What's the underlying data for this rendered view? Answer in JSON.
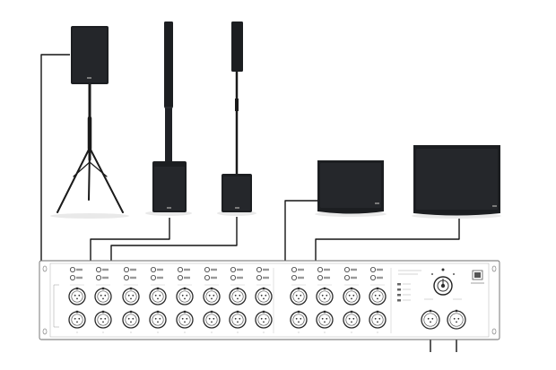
{
  "diagram": {
    "colors": {
      "background": "#ffffff",
      "speaker_body": "#1c1e21",
      "speaker_face": "#2a2c30",
      "cable": "#141414",
      "rack_fill": "#ffffff",
      "rack_stroke": "#6a6a6a"
    },
    "devices": [
      {
        "name": "speaker-on-tripod-stand",
        "kind": "full-range loudspeaker"
      },
      {
        "name": "column-array-tall",
        "kind": "column array with subwoofer"
      },
      {
        "name": "column-array-short",
        "kind": "column array with subwoofer"
      },
      {
        "name": "stage-monitor-left",
        "kind": "wedge monitor"
      },
      {
        "name": "stage-monitor-right",
        "kind": "wedge monitor"
      },
      {
        "name": "rack-patch-panel",
        "kind": "19-inch rack unit with XLR connectors"
      }
    ],
    "rack": {
      "top_row_jacks": 12,
      "bottom_row_jacks": 12,
      "output_jacks": 2,
      "has_rotary_knob": true,
      "has_brand_logo": true
    }
  }
}
